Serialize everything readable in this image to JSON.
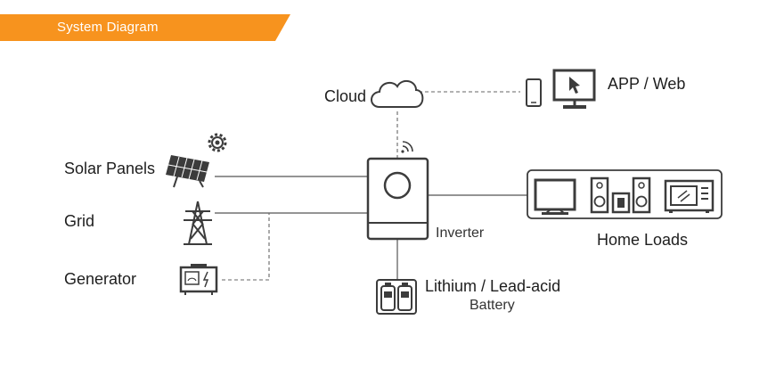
{
  "banner": {
    "title": "System Diagram",
    "color": "#f7931e"
  },
  "nodes": {
    "cloud": "Cloud",
    "app_web": "APP / Web",
    "solar_panels": "Solar Panels",
    "grid": "Grid",
    "generator": "Generator",
    "inverter": "Inverter",
    "home_loads": "Home Loads",
    "battery_type": "Lithium / Lead-acid",
    "battery": "Battery"
  },
  "icons": [
    "cloud-icon",
    "phone-icon",
    "monitor-icon",
    "wifi-icon",
    "solar-panel-icon",
    "gear-icon",
    "power-tower-icon",
    "generator-icon",
    "inverter-icon",
    "tv-icon",
    "speaker-icon",
    "microwave-icon",
    "battery-icon"
  ],
  "colors": {
    "line": "#555555",
    "icon": "#3c3c3c",
    "accent": "#f7931e"
  }
}
